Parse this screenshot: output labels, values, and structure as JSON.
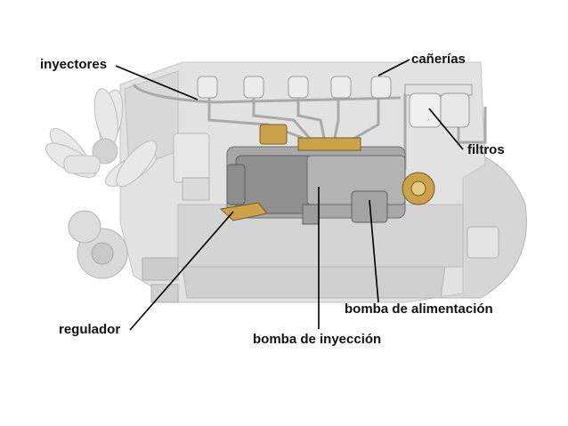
{
  "labels": {
    "inyectores": "inyectores",
    "canerias": "cañerías",
    "filtros": "filtros",
    "regulador": "regulador",
    "bomba_inyeccion": "bomba de inyección",
    "bomba_alimentacion": "bomba de alimentación"
  },
  "colors": {
    "engine_block": "#dcdcdc",
    "engine_shade": "#bdbdbd",
    "pump_metal": "#8f8f8f",
    "brass": "#c9a24a",
    "leader_line": "#000000"
  }
}
